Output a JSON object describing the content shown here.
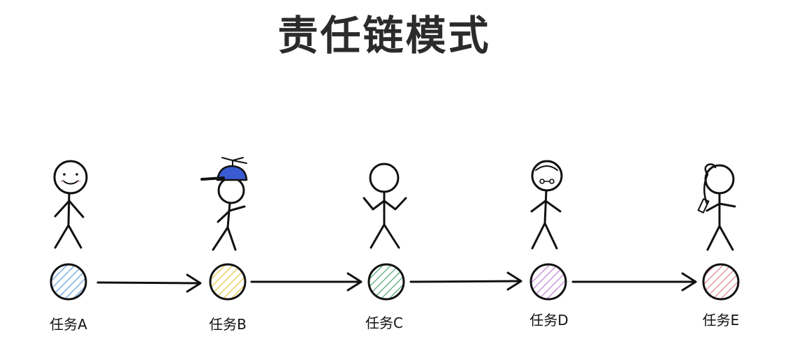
{
  "title": "责任链模式",
  "tasks": [
    {
      "label": "任务A",
      "color": "#6aa7dc",
      "character": "smiling-stick-figure"
    },
    {
      "label": "任务B",
      "color": "#e4c94a",
      "character": "stick-figure-propeller-cap"
    },
    {
      "label": "任务C",
      "color": "#56ad7c",
      "character": "shrugging-stick-figure"
    },
    {
      "label": "任务D",
      "color": "#c488d8",
      "character": "stick-figure-with-glasses"
    },
    {
      "label": "任务E",
      "color": "#dc8a98",
      "character": "stick-figure-ponytail"
    }
  ]
}
